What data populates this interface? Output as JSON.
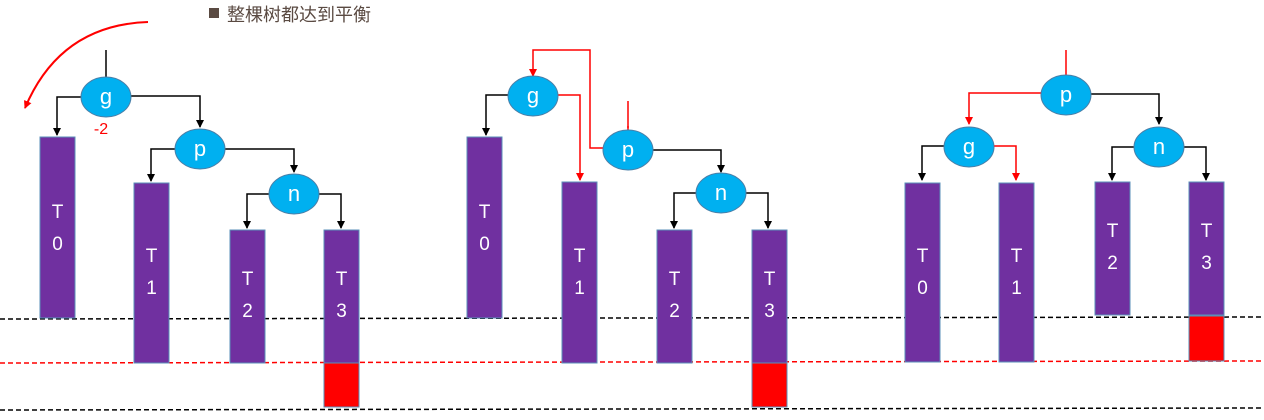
{
  "title": "整棵树都达到平衡",
  "balance_factor": "-2",
  "colors": {
    "node": "#00b0f0",
    "subtree": "#7030a0",
    "overflow": "#ff0000",
    "highlight": "#ff0000",
    "edge": "#000000",
    "title": "#5a4a42"
  },
  "stages": [
    {
      "nodes": [
        {
          "id": "g",
          "label": "g"
        },
        {
          "id": "p",
          "label": "p"
        },
        {
          "id": "n",
          "label": "n"
        }
      ],
      "subtrees": [
        {
          "label": [
            "T",
            "0"
          ]
        },
        {
          "label": [
            "T",
            "1"
          ]
        },
        {
          "label": [
            "T",
            "2"
          ]
        },
        {
          "label": [
            "T",
            "3"
          ],
          "overflow": true
        }
      ]
    },
    {
      "nodes": [
        {
          "id": "g",
          "label": "g"
        },
        {
          "id": "p",
          "label": "p"
        },
        {
          "id": "n",
          "label": "n"
        }
      ],
      "subtrees": [
        {
          "label": [
            "T",
            "0"
          ]
        },
        {
          "label": [
            "T",
            "1"
          ]
        },
        {
          "label": [
            "T",
            "2"
          ]
        },
        {
          "label": [
            "T",
            "3"
          ],
          "overflow": true
        }
      ]
    },
    {
      "nodes": [
        {
          "id": "p",
          "label": "p"
        },
        {
          "id": "g",
          "label": "g"
        },
        {
          "id": "n",
          "label": "n"
        }
      ],
      "subtrees": [
        {
          "label": [
            "T",
            "0"
          ]
        },
        {
          "label": [
            "T",
            "1"
          ]
        },
        {
          "label": [
            "T",
            "2"
          ]
        },
        {
          "label": [
            "T",
            "3"
          ],
          "overflow": true
        }
      ]
    }
  ]
}
